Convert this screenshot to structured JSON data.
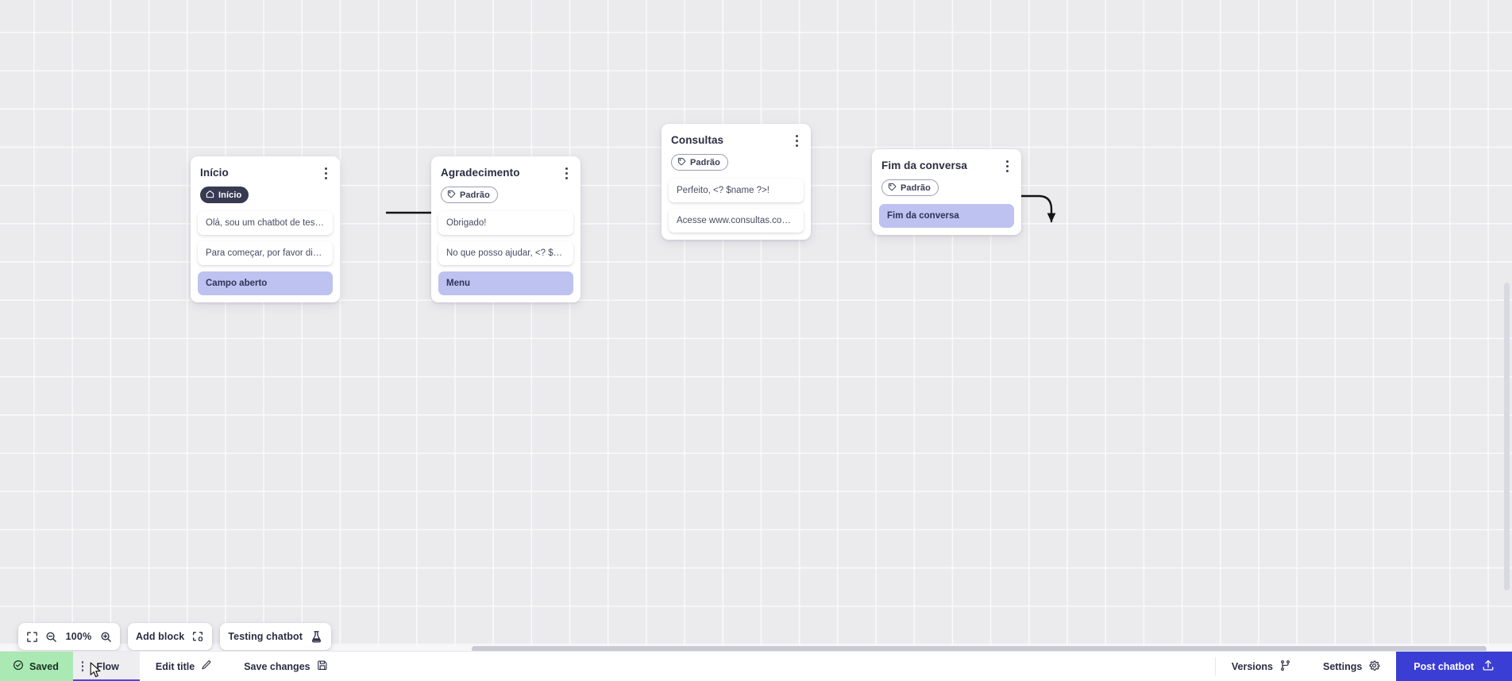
{
  "canvas": {
    "nodes": [
      {
        "id": "inicio",
        "title": "Início",
        "badge": {
          "label": "Início",
          "icon": "home-icon",
          "style": "dark"
        },
        "messages": [
          {
            "text": "Olá, sou um chatbot de teste!",
            "type": "message"
          },
          {
            "text": "Para começar, por favor digite o ...",
            "type": "message"
          },
          {
            "text": "Campo aberto",
            "type": "action"
          }
        ]
      },
      {
        "id": "agradecimento",
        "title": "Agradecimento",
        "badge": {
          "label": "Padrão",
          "icon": "tag-icon",
          "style": "outline"
        },
        "messages": [
          {
            "text": "Obrigado!",
            "type": "message"
          },
          {
            "text": "No que posso ajudar, <? $name ...",
            "type": "message"
          },
          {
            "text": "Menu",
            "type": "action"
          }
        ]
      },
      {
        "id": "consultas",
        "title": "Consultas",
        "badge": {
          "label": "Padrão",
          "icon": "tag-icon",
          "style": "outline"
        },
        "messages": [
          {
            "text": "Perfeito, <? $name ?>!",
            "type": "message"
          },
          {
            "text": "Acesse www.consultas.com par...",
            "type": "message"
          }
        ]
      },
      {
        "id": "fim",
        "title": "Fim da conversa",
        "badge": {
          "label": "Padrão",
          "icon": "tag-icon",
          "style": "outline"
        },
        "messages": [
          {
            "text": "Fim da conversa",
            "type": "action"
          }
        ]
      }
    ],
    "edges": [
      {
        "from": "inicio",
        "to": "agradecimento"
      },
      {
        "from": "agradecimento",
        "to": "consultas"
      },
      {
        "from": "consultas",
        "to": "fim"
      }
    ]
  },
  "toolbar": {
    "fit_icon": "fit-screen-icon",
    "zoom_out_icon": "zoom-out-icon",
    "zoom_level": "100%",
    "zoom_in_icon": "zoom-in-icon",
    "add_block_label": "Add block",
    "add_block_icon": "add-block-icon",
    "testing_label": "Testing chatbot",
    "testing_icon": "flask-icon"
  },
  "bottombar": {
    "saved_label": "Saved",
    "saved_icon": "check-circle-icon",
    "flow_tab_label": "Flow",
    "flow_tab_drag_icon": "drag-handle-icon",
    "edit_title_label": "Edit title",
    "edit_title_icon": "pencil-icon",
    "save_changes_label": "Save changes",
    "save_changes_icon": "floppy-disk-icon",
    "versions_label": "Versions",
    "versions_icon": "branch-icon",
    "settings_label": "Settings",
    "settings_icon": "gear-icon",
    "post_label": "Post chatbot",
    "post_icon": "upload-icon"
  },
  "colors": {
    "accent": "#3a3ed4",
    "tab_underline": "#4f46d6",
    "saved_bg": "#aae8b4",
    "action_chip": "#bdc2f0",
    "badge_dark": "#383a52",
    "canvas_bg": "#ebebee"
  }
}
